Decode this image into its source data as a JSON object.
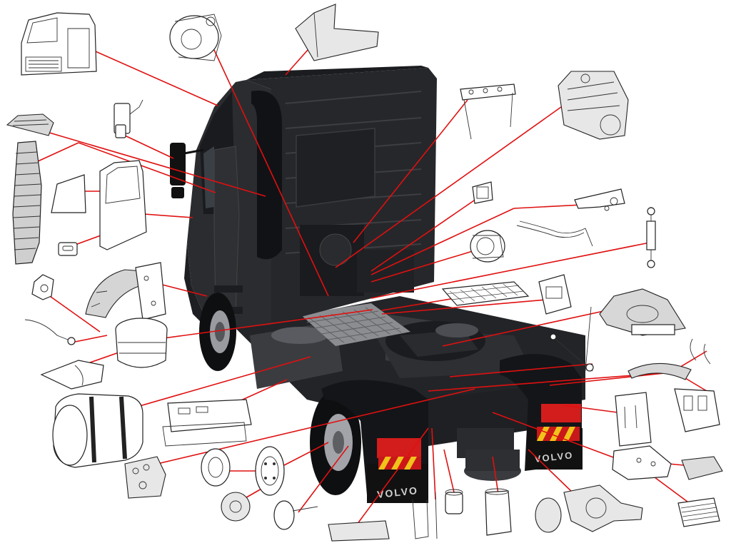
{
  "colors": {
    "callout_line": "#e01010",
    "truck_body": "#2b2c2f",
    "truck_dark": "#16171a",
    "mudflap": "#111111",
    "warning_red": "#c8181a",
    "warning_yellow": "#f0c21a",
    "tail_light": "#d31c1c",
    "sketch": "#222222"
  },
  "truck": {
    "mudflap_left_text": "VOLVO",
    "mudflap_right_text": "VOLVO"
  },
  "parts": [
    {
      "id": "cab",
      "icon": "cab-icon"
    },
    {
      "id": "gearbox",
      "icon": "gearbox-icon"
    },
    {
      "id": "roof-deflector",
      "icon": "roof-deflector-icon"
    },
    {
      "id": "exhaust-bracket",
      "icon": "exhaust-bracket-icon"
    },
    {
      "id": "engine",
      "icon": "engine-icon"
    },
    {
      "id": "mirror",
      "icon": "mirror-icon"
    },
    {
      "id": "side-deflector",
      "icon": "side-deflector-icon"
    },
    {
      "id": "air-intake-hose",
      "icon": "air-intake-hose-icon"
    },
    {
      "id": "door-window",
      "icon": "door-window-icon"
    },
    {
      "id": "door-panel",
      "icon": "door-panel-icon"
    },
    {
      "id": "door-handle",
      "icon": "door-handle-icon"
    },
    {
      "id": "filter-housing",
      "icon": "filter-housing-icon"
    },
    {
      "id": "pipe-assembly",
      "icon": "pipe-assembly-icon"
    },
    {
      "id": "shock-absorber",
      "icon": "shock-absorber-icon"
    },
    {
      "id": "fan-housing",
      "icon": "fan-housing-icon"
    },
    {
      "id": "front-fender",
      "icon": "front-fender-icon"
    },
    {
      "id": "mudguard-bracket",
      "icon": "mudguard-bracket-icon"
    },
    {
      "id": "walkway-grid",
      "icon": "walkway-grid-icon"
    },
    {
      "id": "control-unit",
      "icon": "control-unit-icon"
    },
    {
      "id": "bumper-bracket",
      "icon": "bumper-bracket-icon"
    },
    {
      "id": "hose-clamp",
      "icon": "hose-clamp-icon"
    },
    {
      "id": "fuel-strap",
      "icon": "fuel-strap-icon"
    },
    {
      "id": "adblue-tank",
      "icon": "adblue-tank-icon"
    },
    {
      "id": "fifth-wheel",
      "icon": "fifth-wheel-icon"
    },
    {
      "id": "exhaust-pipe",
      "icon": "exhaust-pipe-icon"
    },
    {
      "id": "torque-rod",
      "icon": "torque-rod-icon"
    },
    {
      "id": "clips",
      "icon": "clips-icon"
    },
    {
      "id": "rear-fender",
      "icon": "rear-fender-icon"
    },
    {
      "id": "fuel-tank",
      "icon": "fuel-tank-icon"
    },
    {
      "id": "side-skirt",
      "icon": "side-skirt-icon"
    },
    {
      "id": "mudflap-bracket",
      "icon": "mudflap-bracket-icon"
    },
    {
      "id": "splash-guard",
      "icon": "splash-guard-icon"
    },
    {
      "id": "valve-block",
      "icon": "valve-block-icon"
    },
    {
      "id": "brake-drum",
      "icon": "brake-drum-icon"
    },
    {
      "id": "wheel-rim",
      "icon": "wheel-rim-icon"
    },
    {
      "id": "wheel-hub",
      "icon": "wheel-hub-icon"
    },
    {
      "id": "crossmember",
      "icon": "crossmember-icon"
    },
    {
      "id": "step-plate",
      "icon": "step-plate-icon"
    },
    {
      "id": "axle-shaft",
      "icon": "axle-shaft-icon"
    },
    {
      "id": "tail-lamp",
      "icon": "tail-lamp-icon"
    },
    {
      "id": "u-bolt",
      "icon": "u-bolt-icon"
    },
    {
      "id": "air-dryer",
      "icon": "air-dryer-icon"
    },
    {
      "id": "air-tank",
      "icon": "air-tank-icon"
    },
    {
      "id": "differential",
      "icon": "differential-icon"
    },
    {
      "id": "step-grating",
      "icon": "step-grating-icon"
    }
  ]
}
